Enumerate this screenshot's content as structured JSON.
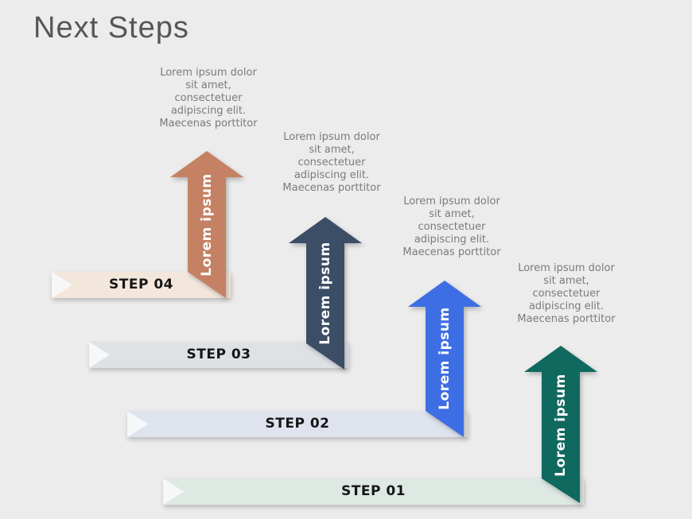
{
  "title": "Next Steps",
  "palette": {
    "background": "#ececec",
    "title_text": "#565656",
    "step_label_text": "#161616",
    "arrow_label_text": "#ffffff",
    "description_text": "#7b7b7b"
  },
  "steps": [
    {
      "label": "STEP 01",
      "arrow_label": "Lorem ipsum",
      "description": "Lorem ipsum dolor sit amet, consectetuer adipiscing elit. Maecenas porttitor",
      "arrow_color": "#10695f",
      "banner_color": "#dfe9e4"
    },
    {
      "label": "STEP 02",
      "arrow_label": "Lorem ipsum",
      "description": "Lorem ipsum dolor sit amet, consectetuer adipiscing elit. Maecenas porttitor",
      "arrow_color": "#3e6ee3",
      "banner_color": "#dfe3ee"
    },
    {
      "label": "STEP 03",
      "arrow_label": "Lorem ipsum",
      "description": "Lorem ipsum dolor sit amet, consectetuer adipiscing elit. Maecenas porttitor",
      "arrow_color": "#3c4d66",
      "banner_color": "#dee2e5"
    },
    {
      "label": "STEP 04",
      "arrow_label": "Lorem ipsum",
      "description": "Lorem ipsum dolor sit amet, consectetuer adipiscing elit. Maecenas porttitor",
      "arrow_color": "#c58163",
      "banner_color": "#f3e7dc"
    }
  ]
}
